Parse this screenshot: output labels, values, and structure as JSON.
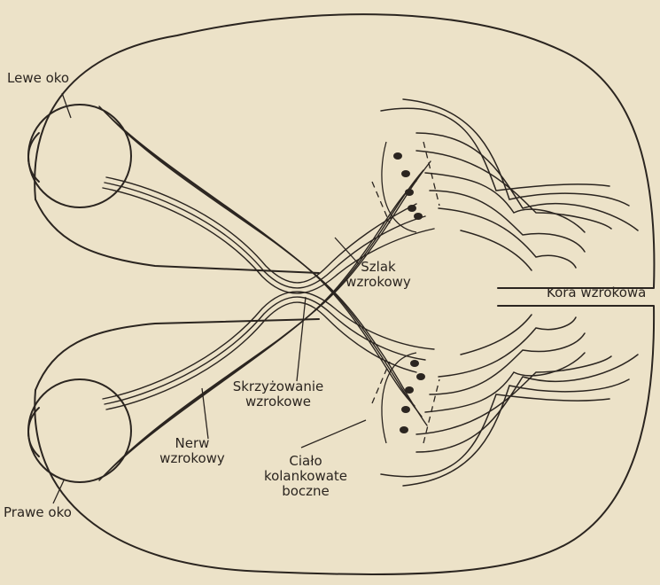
{
  "labels": {
    "left_eye": "Lewe oko",
    "right_eye": "Prawe oko",
    "optic_tract_line1": "Szlak",
    "optic_tract_line2": "wzrokowy",
    "visual_cortex": "Kora wzrokowa",
    "optic_chiasm_line1": "Skrzyżowanie",
    "optic_chiasm_line2": "wzrokowe",
    "optic_nerve_line1": "Nerw",
    "optic_nerve_line2": "wzrokowy",
    "lgn_line1": "Ciało",
    "lgn_line2": "kolankowate",
    "lgn_line3": "boczne"
  },
  "colors": {
    "background": "#ece2c8",
    "ink": "#2b2520"
  }
}
